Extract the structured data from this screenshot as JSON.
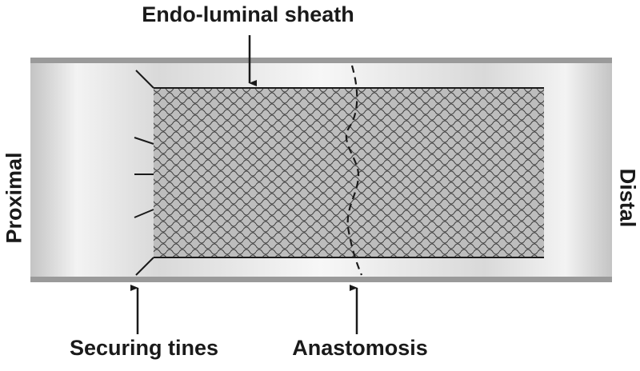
{
  "labels": {
    "sheath": "Endo-luminal sheath",
    "tines": "Securing tines",
    "anastomosis": "Anastomosis",
    "proximal": "Proximal",
    "distal": "Distal"
  },
  "colors": {
    "vessel_center": "#f7f7f7",
    "vessel_edge": "#c4c4c4",
    "vessel_wall": "#9a9a9a",
    "mesh_fill": "#b8b8b8",
    "mesh_line": "#3a3a3a",
    "ink": "#1a1a1a"
  }
}
